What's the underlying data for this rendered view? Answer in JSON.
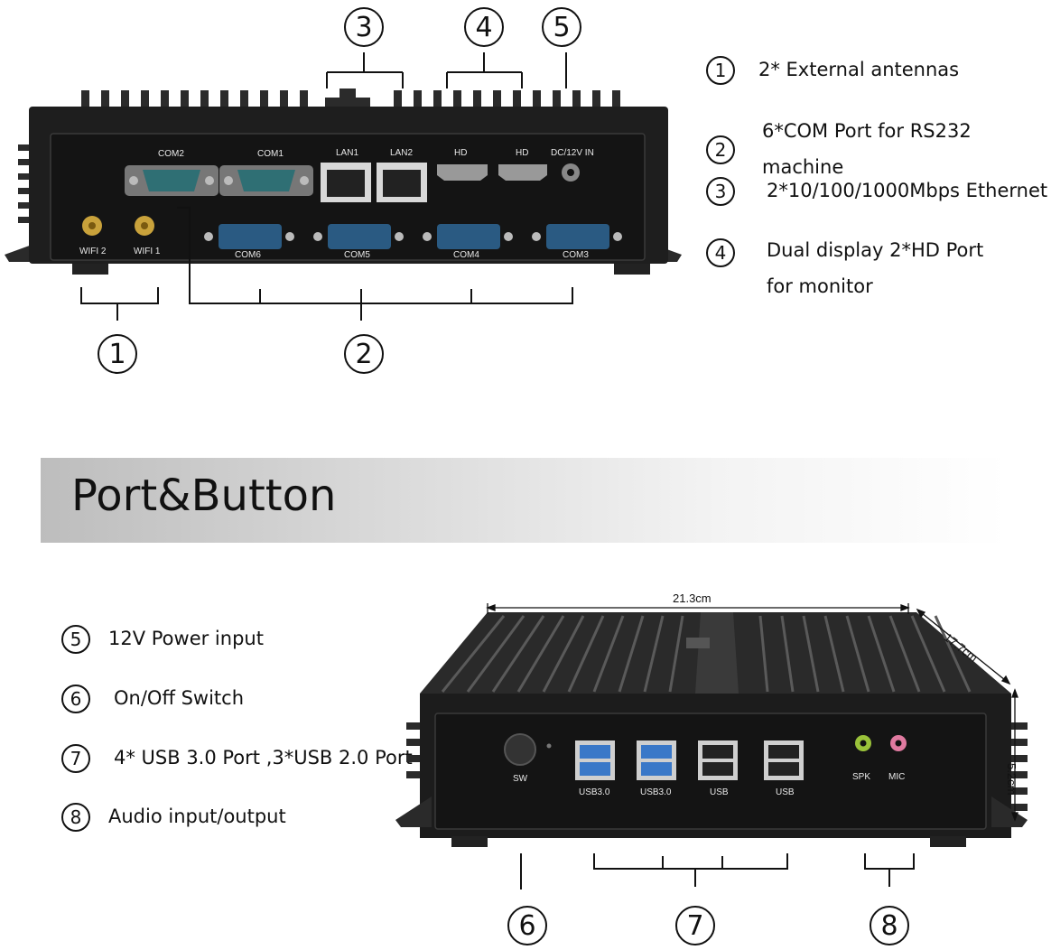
{
  "top_legend": [
    {
      "num": "1",
      "text": "2* External antennas"
    },
    {
      "num": "2",
      "text": "6*COM Port for RS232 machine"
    },
    {
      "num": "3",
      "text": "2*10/100/1000Mbps Ethernet"
    },
    {
      "num": "4",
      "text": "Dual display 2*HD Port",
      "text2": "for monitor"
    }
  ],
  "top_callouts": {
    "c1": "1",
    "c2": "2",
    "c3": "3",
    "c4": "4",
    "c5": "5"
  },
  "back_panel": {
    "com2": "COM2",
    "com1": "COM1",
    "lan1": "LAN1",
    "lan2": "LAN2",
    "hd1": "HD",
    "hd2": "HD",
    "dc": "DC/12V IN",
    "wifi2": "WIFI 2",
    "wifi1": "WIFI 1",
    "com6": "COM6",
    "com5": "COM5",
    "com4": "COM4",
    "com3": "COM3"
  },
  "banner": {
    "title": "Port&Button"
  },
  "bottom_legend": [
    {
      "num": "5",
      "text": "12V Power input"
    },
    {
      "num": "6",
      "text": "On/Off Switch"
    },
    {
      "num": "7",
      "text": "4* USB 3.0 Port ,3*USB 2.0 Port"
    },
    {
      "num": "8",
      "text": "Audio input/output"
    }
  ],
  "front_panel": {
    "sw": "SW",
    "usb30a": "USB3.0",
    "usb30b": "USB3.0",
    "usb_a": "USB",
    "usb_b": "USB",
    "spk": "SPK",
    "mic": "MIC"
  },
  "dimensions": {
    "width": "21.3cm",
    "depth": "17.7cm",
    "height": "5.2cm"
  },
  "bottom_callouts": {
    "c6": "6",
    "c7": "7",
    "c8": "8"
  },
  "colors": {
    "chassis": "#1c1c1c",
    "com_port": "#2a5a82",
    "usb3_blue": "#3a78c8"
  }
}
